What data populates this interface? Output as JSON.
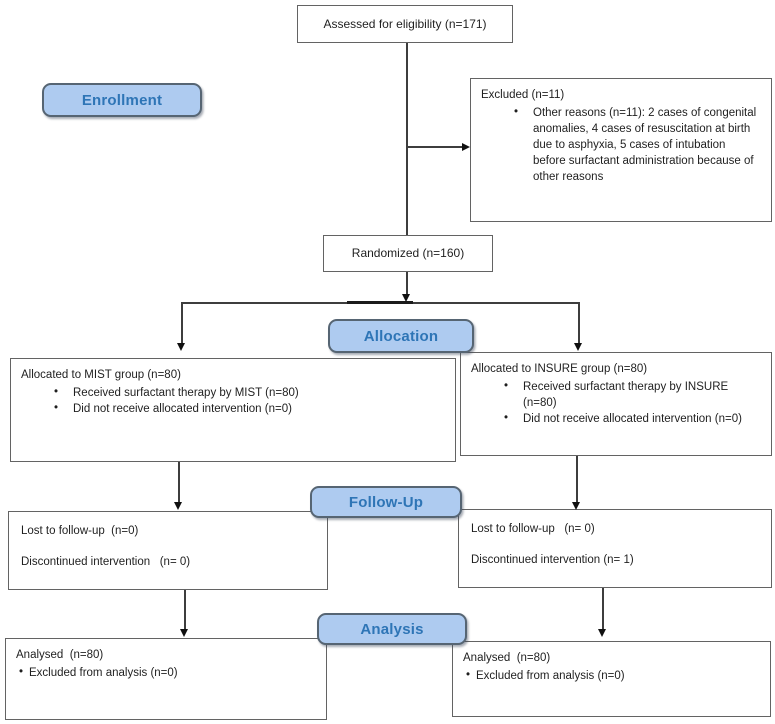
{
  "diagram": {
    "assessed_label": "Assessed for eligibility (n=171)",
    "randomized_label": "Randomized (n=160)",
    "stages": {
      "enrollment": "Enrollment",
      "allocation": "Allocation",
      "followup": "Follow-Up",
      "analysis": "Analysis"
    },
    "excluded": {
      "title": "Excluded (n=11)",
      "bullets": {
        "0": "Other reasons (n=11): 2 cases of congenital anomalies, 4 cases of resuscitation at birth due to asphyxia, 5 cases of intubation before surfactant administration because of other reasons"
      }
    },
    "alloc_left": {
      "title": "Allocated to MIST group (n=80)",
      "bullets": {
        "0": "Received surfactant therapy by MIST (n=80)",
        "1": "Did not receive allocated intervention (n=0)"
      }
    },
    "alloc_right": {
      "title": "Allocated to INSURE group (n=80)",
      "bullets": {
        "0": "Received surfactant therapy by INSURE (n=80)",
        "1": "Did not receive allocated intervention (n=0)"
      }
    },
    "followup_left": {
      "line1": "Lost to follow-up  (n=0)",
      "line2": "Discontinued intervention   (n= 0)"
    },
    "followup_right": {
      "line1": "Lost to follow-up   (n= 0)",
      "line2": "Discontinued intervention (n= 1)"
    },
    "analysis_left": {
      "title": "Analysed  (n=80)",
      "bullets": {
        "0": "Excluded from analysis (n=0)"
      }
    },
    "analysis_right": {
      "title": "Analysed  (n=80)",
      "bullets": {
        "0": "Excluded from analysis (n=0)"
      }
    },
    "colors": {
      "stage_fill": "#aecbf0",
      "stage_border": "#566573",
      "stage_text": "#2e75b6",
      "line": "#3d3d3d"
    }
  }
}
